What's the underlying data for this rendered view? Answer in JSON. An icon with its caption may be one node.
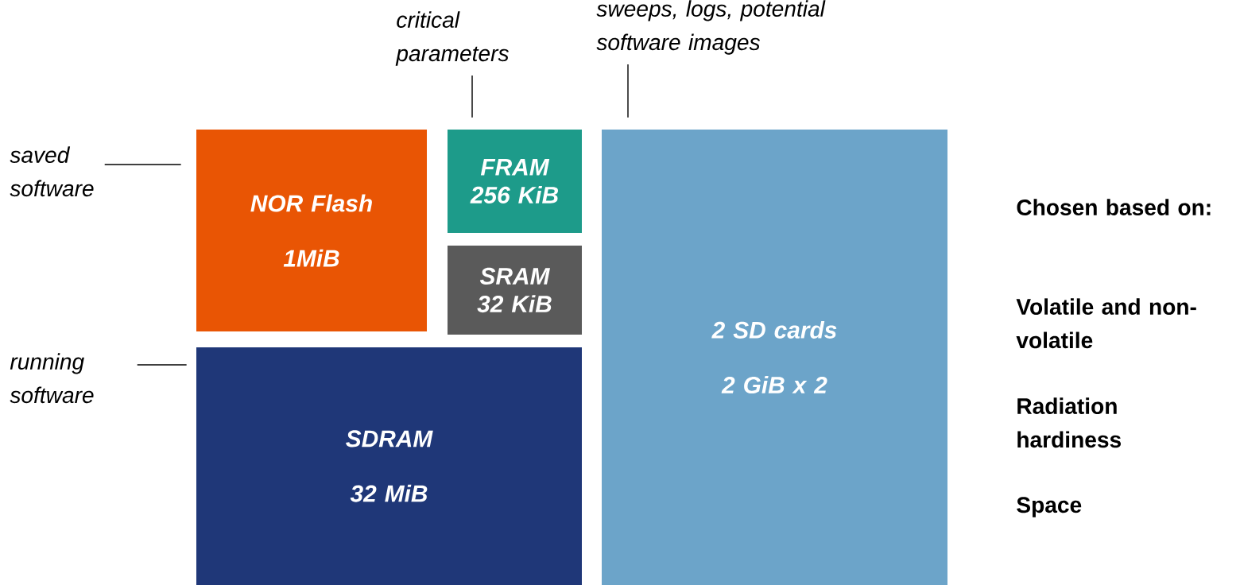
{
  "diagram": {
    "nodes": [
      {
        "text": [
          "critical parameters"
        ]
      },
      {
        "text": [
          "sweeps, logs, potential software images"
        ]
      },
      {
        "text": [
          "saved software"
        ]
      },
      {
        "text": [
          "NOR Flash",
          "1MiB"
        ]
      },
      {
        "text": [
          "FRAM 256 KiB"
        ]
      },
      {
        "text": [
          "SRAM 32 KiB"
        ]
      },
      {
        "text": [
          "running software"
        ]
      },
      {
        "text": [
          "SDRAM",
          "32 MiB"
        ]
      },
      {
        "text": [
          "2 SD cards",
          "2 GiB x 2"
        ]
      }
    ],
    "edges": [
      {
        "from": 0,
        "to": 4,
        "arrow": "none"
      },
      {
        "from": 1,
        "to": 8,
        "arrow": "none"
      },
      {
        "from": 2,
        "to": 3,
        "arrow": "none"
      },
      {
        "from": 6,
        "to": 7,
        "arrow": "none"
      }
    ],
    "labels": [
      "Chosen based on:",
      "Volatile and non-volatile",
      "Radiation hardiness",
      "Space"
    ]
  }
}
